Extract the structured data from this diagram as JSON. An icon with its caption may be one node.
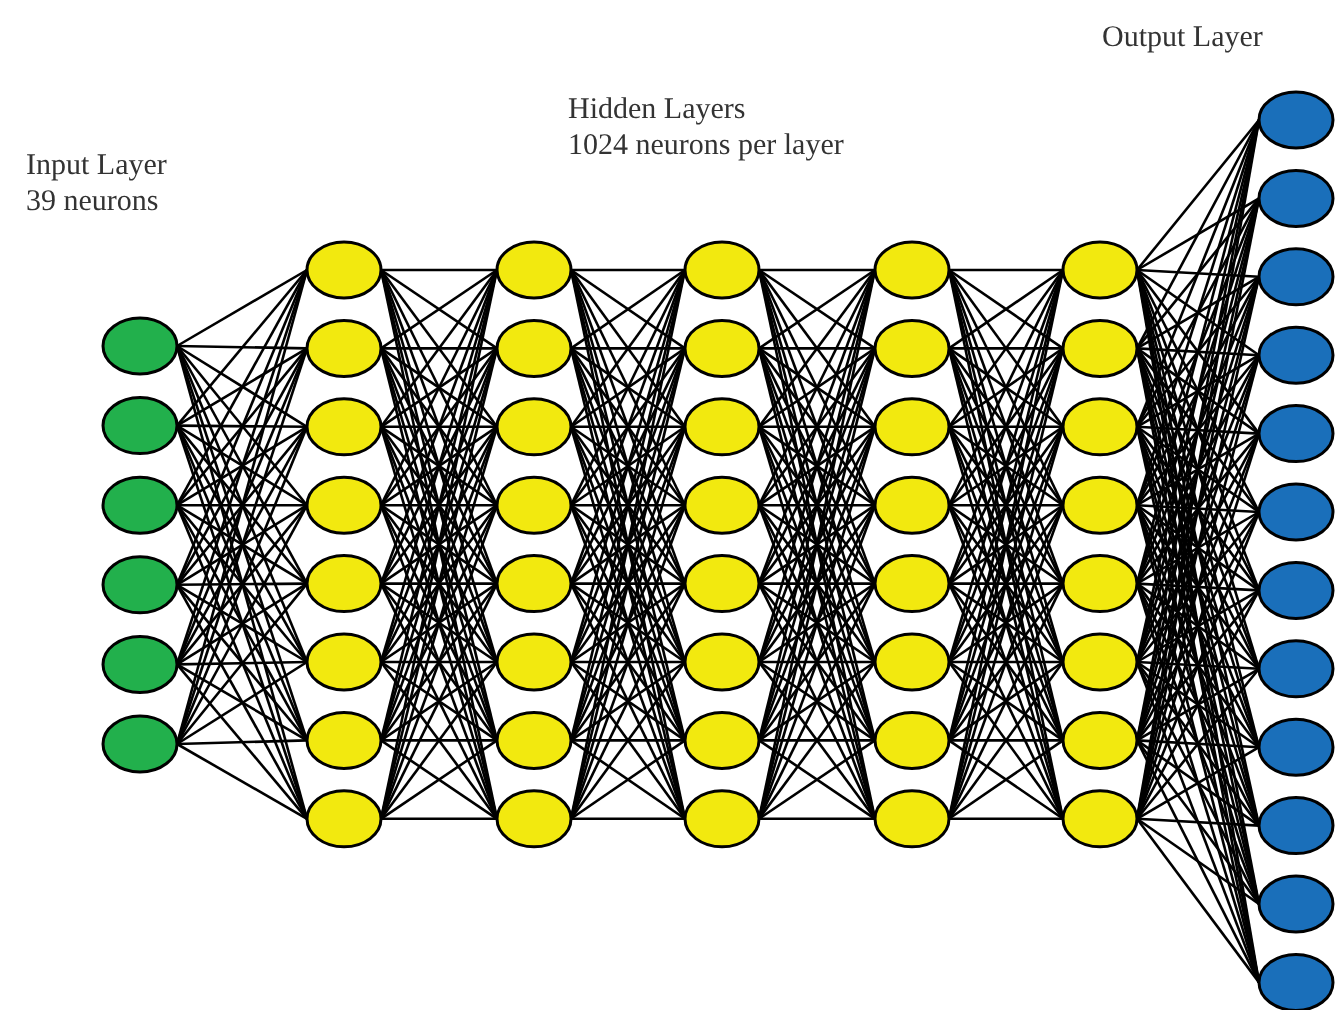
{
  "diagram": {
    "nodes": [
      {
        "text": [],
        "shape": "circle"
      },
      {
        "text": [],
        "shape": "circle"
      },
      {
        "text": [],
        "shape": "circle"
      },
      {
        "text": [],
        "shape": "circle"
      },
      {
        "text": [],
        "shape": "circle"
      },
      {
        "text": [],
        "shape": "circle"
      },
      {
        "text": [],
        "shape": "circle"
      },
      {
        "text": [],
        "shape": "circle"
      },
      {
        "text": [],
        "shape": "circle"
      },
      {
        "text": [],
        "shape": "circle"
      },
      {
        "text": [],
        "shape": "circle"
      },
      {
        "text": [],
        "shape": "circle"
      },
      {
        "text": [],
        "shape": "circle"
      },
      {
        "text": [],
        "shape": "circle"
      },
      {
        "text": [],
        "shape": "circle"
      },
      {
        "text": [],
        "shape": "circle"
      },
      {
        "text": [],
        "shape": "circle"
      },
      {
        "text": [],
        "shape": "circle"
      },
      {
        "text": [],
        "shape": "circle"
      },
      {
        "text": [],
        "shape": "circle"
      },
      {
        "text": [],
        "shape": "circle"
      },
      {
        "text": [],
        "shape": "circle"
      },
      {
        "text": [],
        "shape": "circle"
      },
      {
        "text": [],
        "shape": "circle"
      },
      {
        "text": [],
        "shape": "circle"
      },
      {
        "text": [],
        "shape": "circle"
      },
      {
        "text": [],
        "shape": "circle"
      },
      {
        "text": [],
        "shape": "circle"
      },
      {
        "text": [],
        "shape": "circle"
      },
      {
        "text": [],
        "shape": "circle"
      },
      {
        "text": [],
        "shape": "circle"
      },
      {
        "text": [],
        "shape": "circle"
      },
      {
        "text": [],
        "shape": "circle"
      },
      {
        "text": [],
        "shape": "circle"
      },
      {
        "text": [],
        "shape": "circle"
      },
      {
        "text": [],
        "shape": "circle"
      },
      {
        "text": [],
        "shape": "circle"
      },
      {
        "text": [],
        "shape": "circle"
      },
      {
        "text": [],
        "shape": "circle"
      },
      {
        "text": [],
        "shape": "circle"
      },
      {
        "text": [],
        "shape": "circle"
      },
      {
        "text": [],
        "shape": "circle"
      },
      {
        "text": [],
        "shape": "circle"
      },
      {
        "text": [],
        "shape": "circle"
      },
      {
        "text": [],
        "shape": "circle"
      },
      {
        "text": [],
        "shape": "circle"
      },
      {
        "text": [],
        "shape": "circle"
      },
      {
        "text": [],
        "shape": "circle"
      },
      {
        "text": [],
        "shape": "circle"
      },
      {
        "text": [],
        "shape": "circle"
      },
      {
        "text": [],
        "shape": "circle"
      },
      {
        "text": [],
        "shape": "circle"
      },
      {
        "text": [],
        "shape": "circle"
      },
      {
        "text": [],
        "shape": "circle"
      },
      {
        "text": [],
        "shape": "circle"
      },
      {
        "text": [],
        "shape": "circle"
      },
      {
        "text": [],
        "shape": "circle"
      },
      {
        "text": [],
        "shape": "circle"
      }
    ],
    "edges": [
      {
        "from": 0,
        "to": 6,
        "arrow": "none"
      },
      {
        "from": 0,
        "to": 7,
        "arrow": "none"
      },
      {
        "from": 0,
        "to": 8,
        "arrow": "none"
      },
      {
        "from": 0,
        "to": 9,
        "arrow": "none"
      },
      {
        "from": 0,
        "to": 10,
        "arrow": "none"
      },
      {
        "from": 0,
        "to": 11,
        "arrow": "none"
      },
      {
        "from": 0,
        "to": 12,
        "arrow": "none"
      },
      {
        "from": 0,
        "to": 13,
        "arrow": "none"
      },
      {
        "from": 1,
        "to": 6,
        "arrow": "none"
      },
      {
        "from": 1,
        "to": 7,
        "arrow": "none"
      },
      {
        "from": 1,
        "to": 8,
        "arrow": "none"
      },
      {
        "from": 1,
        "to": 9,
        "arrow": "none"
      },
      {
        "from": 1,
        "to": 10,
        "arrow": "none"
      },
      {
        "from": 1,
        "to": 11,
        "arrow": "none"
      },
      {
        "from": 1,
        "to": 12,
        "arrow": "none"
      },
      {
        "from": 1,
        "to": 13,
        "arrow": "none"
      },
      {
        "from": 2,
        "to": 6,
        "arrow": "none"
      },
      {
        "from": 2,
        "to": 7,
        "arrow": "none"
      },
      {
        "from": 2,
        "to": 8,
        "arrow": "none"
      },
      {
        "from": 2,
        "to": 9,
        "arrow": "none"
      },
      {
        "from": 2,
        "to": 10,
        "arrow": "none"
      },
      {
        "from": 2,
        "to": 11,
        "arrow": "none"
      },
      {
        "from": 2,
        "to": 12,
        "arrow": "none"
      },
      {
        "from": 2,
        "to": 13,
        "arrow": "none"
      },
      {
        "from": 3,
        "to": 6,
        "arrow": "none"
      },
      {
        "from": 3,
        "to": 7,
        "arrow": "none"
      },
      {
        "from": 3,
        "to": 8,
        "arrow": "none"
      },
      {
        "from": 3,
        "to": 9,
        "arrow": "none"
      },
      {
        "from": 3,
        "to": 10,
        "arrow": "none"
      },
      {
        "from": 3,
        "to": 11,
        "arrow": "none"
      },
      {
        "from": 3,
        "to": 12,
        "arrow": "none"
      },
      {
        "from": 3,
        "to": 13,
        "arrow": "none"
      },
      {
        "from": 4,
        "to": 6,
        "arrow": "none"
      },
      {
        "from": 4,
        "to": 7,
        "arrow": "none"
      },
      {
        "from": 4,
        "to": 8,
        "arrow": "none"
      },
      {
        "from": 4,
        "to": 9,
        "arrow": "none"
      },
      {
        "from": 4,
        "to": 10,
        "arrow": "none"
      },
      {
        "from": 4,
        "to": 11,
        "arrow": "none"
      },
      {
        "from": 4,
        "to": 12,
        "arrow": "none"
      },
      {
        "from": 4,
        "to": 13,
        "arrow": "none"
      },
      {
        "from": 5,
        "to": 6,
        "arrow": "none"
      },
      {
        "from": 5,
        "to": 7,
        "arrow": "none"
      },
      {
        "from": 5,
        "to": 8,
        "arrow": "none"
      },
      {
        "from": 5,
        "to": 9,
        "arrow": "none"
      },
      {
        "from": 5,
        "to": 10,
        "arrow": "none"
      },
      {
        "from": 5,
        "to": 11,
        "arrow": "none"
      },
      {
        "from": 5,
        "to": 12,
        "arrow": "none"
      },
      {
        "from": 5,
        "to": 13,
        "arrow": "none"
      },
      {
        "from": 6,
        "to": 14,
        "arrow": "none"
      },
      {
        "from": 6,
        "to": 15,
        "arrow": "none"
      },
      {
        "from": 6,
        "to": 16,
        "arrow": "none"
      },
      {
        "from": 6,
        "to": 17,
        "arrow": "none"
      },
      {
        "from": 6,
        "to": 18,
        "arrow": "none"
      },
      {
        "from": 6,
        "to": 19,
        "arrow": "none"
      },
      {
        "from": 6,
        "to": 20,
        "arrow": "none"
      },
      {
        "from": 6,
        "to": 21,
        "arrow": "none"
      },
      {
        "from": 7,
        "to": 14,
        "arrow": "none"
      },
      {
        "from": 7,
        "to": 15,
        "arrow": "none"
      },
      {
        "from": 7,
        "to": 16,
        "arrow": "none"
      },
      {
        "from": 7,
        "to": 17,
        "arrow": "none"
      },
      {
        "from": 7,
        "to": 18,
        "arrow": "none"
      },
      {
        "from": 7,
        "to": 19,
        "arrow": "none"
      },
      {
        "from": 7,
        "to": 20,
        "arrow": "none"
      },
      {
        "from": 7,
        "to": 21,
        "arrow": "none"
      },
      {
        "from": 8,
        "to": 14,
        "arrow": "none"
      },
      {
        "from": 8,
        "to": 15,
        "arrow": "none"
      },
      {
        "from": 8,
        "to": 16,
        "arrow": "none"
      },
      {
        "from": 8,
        "to": 17,
        "arrow": "none"
      },
      {
        "from": 8,
        "to": 18,
        "arrow": "none"
      },
      {
        "from": 8,
        "to": 19,
        "arrow": "none"
      },
      {
        "from": 8,
        "to": 20,
        "arrow": "none"
      },
      {
        "from": 8,
        "to": 21,
        "arrow": "none"
      },
      {
        "from": 9,
        "to": 14,
        "arrow": "none"
      },
      {
        "from": 9,
        "to": 15,
        "arrow": "none"
      },
      {
        "from": 9,
        "to": 16,
        "arrow": "none"
      },
      {
        "from": 9,
        "to": 17,
        "arrow": "none"
      },
      {
        "from": 9,
        "to": 18,
        "arrow": "none"
      },
      {
        "from": 9,
        "to": 19,
        "arrow": "none"
      },
      {
        "from": 9,
        "to": 20,
        "arrow": "none"
      },
      {
        "from": 9,
        "to": 21,
        "arrow": "none"
      },
      {
        "from": 10,
        "to": 14,
        "arrow": "none"
      },
      {
        "from": 10,
        "to": 15,
        "arrow": "none"
      },
      {
        "from": 10,
        "to": 16,
        "arrow": "none"
      },
      {
        "from": 10,
        "to": 17,
        "arrow": "none"
      },
      {
        "from": 10,
        "to": 18,
        "arrow": "none"
      },
      {
        "from": 10,
        "to": 19,
        "arrow": "none"
      },
      {
        "from": 10,
        "to": 20,
        "arrow": "none"
      },
      {
        "from": 10,
        "to": 21,
        "arrow": "none"
      },
      {
        "from": 11,
        "to": 14,
        "arrow": "none"
      },
      {
        "from": 11,
        "to": 15,
        "arrow": "none"
      },
      {
        "from": 11,
        "to": 16,
        "arrow": "none"
      },
      {
        "from": 11,
        "to": 17,
        "arrow": "none"
      },
      {
        "from": 11,
        "to": 18,
        "arrow": "none"
      },
      {
        "from": 11,
        "to": 19,
        "arrow": "none"
      },
      {
        "from": 11,
        "to": 20,
        "arrow": "none"
      },
      {
        "from": 11,
        "to": 21,
        "arrow": "none"
      },
      {
        "from": 12,
        "to": 14,
        "arrow": "none"
      },
      {
        "from": 12,
        "to": 15,
        "arrow": "none"
      },
      {
        "from": 12,
        "to": 16,
        "arrow": "none"
      },
      {
        "from": 12,
        "to": 17,
        "arrow": "none"
      },
      {
        "from": 12,
        "to": 18,
        "arrow": "none"
      },
      {
        "from": 12,
        "to": 19,
        "arrow": "none"
      },
      {
        "from": 12,
        "to": 20,
        "arrow": "none"
      },
      {
        "from": 12,
        "to": 21,
        "arrow": "none"
      },
      {
        "from": 13,
        "to": 14,
        "arrow": "none"
      },
      {
        "from": 13,
        "to": 15,
        "arrow": "none"
      },
      {
        "from": 13,
        "to": 16,
        "arrow": "none"
      },
      {
        "from": 13,
        "to": 17,
        "arrow": "none"
      },
      {
        "from": 13,
        "to": 18,
        "arrow": "none"
      },
      {
        "from": 13,
        "to": 19,
        "arrow": "none"
      },
      {
        "from": 13,
        "to": 20,
        "arrow": "none"
      },
      {
        "from": 13,
        "to": 21,
        "arrow": "none"
      },
      {
        "from": 14,
        "to": 22,
        "arrow": "none"
      },
      {
        "from": 14,
        "to": 23,
        "arrow": "none"
      },
      {
        "from": 14,
        "to": 24,
        "arrow": "none"
      },
      {
        "from": 14,
        "to": 25,
        "arrow": "none"
      },
      {
        "from": 14,
        "to": 26,
        "arrow": "none"
      },
      {
        "from": 14,
        "to": 27,
        "arrow": "none"
      },
      {
        "from": 14,
        "to": 28,
        "arrow": "none"
      },
      {
        "from": 14,
        "to": 29,
        "arrow": "none"
      },
      {
        "from": 15,
        "to": 22,
        "arrow": "none"
      },
      {
        "from": 15,
        "to": 23,
        "arrow": "none"
      },
      {
        "from": 15,
        "to": 24,
        "arrow": "none"
      },
      {
        "from": 15,
        "to": 25,
        "arrow": "none"
      },
      {
        "from": 15,
        "to": 26,
        "arrow": "none"
      },
      {
        "from": 15,
        "to": 27,
        "arrow": "none"
      },
      {
        "from": 15,
        "to": 28,
        "arrow": "none"
      },
      {
        "from": 15,
        "to": 29,
        "arrow": "none"
      },
      {
        "from": 16,
        "to": 22,
        "arrow": "none"
      },
      {
        "from": 16,
        "to": 23,
        "arrow": "none"
      },
      {
        "from": 16,
        "to": 24,
        "arrow": "none"
      },
      {
        "from": 16,
        "to": 25,
        "arrow": "none"
      },
      {
        "from": 16,
        "to": 26,
        "arrow": "none"
      },
      {
        "from": 16,
        "to": 27,
        "arrow": "none"
      },
      {
        "from": 16,
        "to": 28,
        "arrow": "none"
      },
      {
        "from": 16,
        "to": 29,
        "arrow": "none"
      },
      {
        "from": 17,
        "to": 22,
        "arrow": "none"
      },
      {
        "from": 17,
        "to": 23,
        "arrow": "none"
      },
      {
        "from": 17,
        "to": 24,
        "arrow": "none"
      },
      {
        "from": 17,
        "to": 25,
        "arrow": "none"
      },
      {
        "from": 17,
        "to": 26,
        "arrow": "none"
      },
      {
        "from": 17,
        "to": 27,
        "arrow": "none"
      },
      {
        "from": 17,
        "to": 28,
        "arrow": "none"
      },
      {
        "from": 17,
        "to": 29,
        "arrow": "none"
      },
      {
        "from": 18,
        "to": 22,
        "arrow": "none"
      },
      {
        "from": 18,
        "to": 23,
        "arrow": "none"
      },
      {
        "from": 18,
        "to": 24,
        "arrow": "none"
      },
      {
        "from": 18,
        "to": 25,
        "arrow": "none"
      },
      {
        "from": 18,
        "to": 26,
        "arrow": "none"
      },
      {
        "from": 18,
        "to": 27,
        "arrow": "none"
      },
      {
        "from": 18,
        "to": 28,
        "arrow": "none"
      },
      {
        "from": 18,
        "to": 29,
        "arrow": "none"
      },
      {
        "from": 19,
        "to": 22,
        "arrow": "none"
      },
      {
        "from": 19,
        "to": 23,
        "arrow": "none"
      },
      {
        "from": 19,
        "to": 24,
        "arrow": "none"
      },
      {
        "from": 19,
        "to": 25,
        "arrow": "none"
      },
      {
        "from": 19,
        "to": 26,
        "arrow": "none"
      },
      {
        "from": 19,
        "to": 27,
        "arrow": "none"
      },
      {
        "from": 19,
        "to": 28,
        "arrow": "none"
      },
      {
        "from": 19,
        "to": 29,
        "arrow": "none"
      },
      {
        "from": 20,
        "to": 22,
        "arrow": "none"
      },
      {
        "from": 20,
        "to": 23,
        "arrow": "none"
      },
      {
        "from": 20,
        "to": 24,
        "arrow": "none"
      },
      {
        "from": 20,
        "to": 25,
        "arrow": "none"
      },
      {
        "from": 20,
        "to": 26,
        "arrow": "none"
      },
      {
        "from": 20,
        "to": 27,
        "arrow": "none"
      },
      {
        "from": 20,
        "to": 28,
        "arrow": "none"
      },
      {
        "from": 20,
        "to": 29,
        "arrow": "none"
      },
      {
        "from": 21,
        "to": 22,
        "arrow": "none"
      },
      {
        "from": 21,
        "to": 23,
        "arrow": "none"
      },
      {
        "from": 21,
        "to": 24,
        "arrow": "none"
      },
      {
        "from": 21,
        "to": 25,
        "arrow": "none"
      },
      {
        "from": 21,
        "to": 26,
        "arrow": "none"
      },
      {
        "from": 21,
        "to": 27,
        "arrow": "none"
      },
      {
        "from": 21,
        "to": 28,
        "arrow": "none"
      },
      {
        "from": 21,
        "to": 29,
        "arrow": "none"
      },
      {
        "from": 22,
        "to": 30,
        "arrow": "none"
      },
      {
        "from": 22,
        "to": 31,
        "arrow": "none"
      },
      {
        "from": 22,
        "to": 32,
        "arrow": "none"
      },
      {
        "from": 22,
        "to": 33,
        "arrow": "none"
      },
      {
        "from": 22,
        "to": 34,
        "arrow": "none"
      },
      {
        "from": 22,
        "to": 35,
        "arrow": "none"
      },
      {
        "from": 22,
        "to": 36,
        "arrow": "none"
      },
      {
        "from": 22,
        "to": 37,
        "arrow": "none"
      },
      {
        "from": 23,
        "to": 30,
        "arrow": "none"
      },
      {
        "from": 23,
        "to": 31,
        "arrow": "none"
      },
      {
        "from": 23,
        "to": 32,
        "arrow": "none"
      },
      {
        "from": 23,
        "to": 33,
        "arrow": "none"
      },
      {
        "from": 23,
        "to": 34,
        "arrow": "none"
      },
      {
        "from": 23,
        "to": 35,
        "arrow": "none"
      },
      {
        "from": 23,
        "to": 36,
        "arrow": "none"
      },
      {
        "from": 23,
        "to": 37,
        "arrow": "none"
      },
      {
        "from": 24,
        "to": 30,
        "arrow": "none"
      },
      {
        "from": 24,
        "to": 31,
        "arrow": "none"
      },
      {
        "from": 24,
        "to": 32,
        "arrow": "none"
      },
      {
        "from": 24,
        "to": 33,
        "arrow": "none"
      },
      {
        "from": 24,
        "to": 34,
        "arrow": "none"
      },
      {
        "from": 24,
        "to": 35,
        "arrow": "none"
      },
      {
        "from": 24,
        "to": 36,
        "arrow": "none"
      },
      {
        "from": 24,
        "to": 37,
        "arrow": "none"
      },
      {
        "from": 25,
        "to": 30,
        "arrow": "none"
      },
      {
        "from": 25,
        "to": 31,
        "arrow": "none"
      },
      {
        "from": 25,
        "to": 32,
        "arrow": "none"
      },
      {
        "from": 25,
        "to": 33,
        "arrow": "none"
      },
      {
        "from": 25,
        "to": 34,
        "arrow": "none"
      },
      {
        "from": 25,
        "to": 35,
        "arrow": "none"
      },
      {
        "from": 25,
        "to": 36,
        "arrow": "none"
      },
      {
        "from": 25,
        "to": 37,
        "arrow": "none"
      },
      {
        "from": 26,
        "to": 30,
        "arrow": "none"
      },
      {
        "from": 26,
        "to": 31,
        "arrow": "none"
      },
      {
        "from": 26,
        "to": 32,
        "arrow": "none"
      },
      {
        "from": 26,
        "to": 33,
        "arrow": "none"
      },
      {
        "from": 26,
        "to": 34,
        "arrow": "none"
      },
      {
        "from": 26,
        "to": 35,
        "arrow": "none"
      },
      {
        "from": 26,
        "to": 36,
        "arrow": "none"
      },
      {
        "from": 26,
        "to": 37,
        "arrow": "none"
      },
      {
        "from": 27,
        "to": 30,
        "arrow": "none"
      },
      {
        "from": 27,
        "to": 31,
        "arrow": "none"
      },
      {
        "from": 27,
        "to": 32,
        "arrow": "none"
      },
      {
        "from": 27,
        "to": 33,
        "arrow": "none"
      },
      {
        "from": 27,
        "to": 34,
        "arrow": "none"
      },
      {
        "from": 27,
        "to": 35,
        "arrow": "none"
      },
      {
        "from": 27,
        "to": 36,
        "arrow": "none"
      },
      {
        "from": 27,
        "to": 37,
        "arrow": "none"
      },
      {
        "from": 28,
        "to": 30,
        "arrow": "none"
      },
      {
        "from": 28,
        "to": 31,
        "arrow": "none"
      },
      {
        "from": 28,
        "to": 32,
        "arrow": "none"
      },
      {
        "from": 28,
        "to": 33,
        "arrow": "none"
      },
      {
        "from": 28,
        "to": 34,
        "arrow": "none"
      },
      {
        "from": 28,
        "to": 35,
        "arrow": "none"
      },
      {
        "from": 28,
        "to": 36,
        "arrow": "none"
      },
      {
        "from": 28,
        "to": 37,
        "arrow": "none"
      },
      {
        "from": 29,
        "to": 30,
        "arrow": "none"
      },
      {
        "from": 29,
        "to": 31,
        "arrow": "none"
      },
      {
        "from": 29,
        "to": 32,
        "arrow": "none"
      },
      {
        "from": 29,
        "to": 33,
        "arrow": "none"
      },
      {
        "from": 29,
        "to": 34,
        "arrow": "none"
      },
      {
        "from": 29,
        "to": 35,
        "arrow": "none"
      },
      {
        "from": 29,
        "to": 36,
        "arrow": "none"
      },
      {
        "from": 29,
        "to": 37,
        "arrow": "none"
      },
      {
        "from": 30,
        "to": 38,
        "arrow": "none"
      },
      {
        "from": 30,
        "to": 39,
        "arrow": "none"
      },
      {
        "from": 30,
        "to": 40,
        "arrow": "none"
      },
      {
        "from": 30,
        "to": 41,
        "arrow": "none"
      },
      {
        "from": 30,
        "to": 42,
        "arrow": "none"
      },
      {
        "from": 30,
        "to": 43,
        "arrow": "none"
      },
      {
        "from": 30,
        "to": 44,
        "arrow": "none"
      },
      {
        "from": 30,
        "to": 45,
        "arrow": "none"
      },
      {
        "from": 31,
        "to": 38,
        "arrow": "none"
      },
      {
        "from": 31,
        "to": 39,
        "arrow": "none"
      },
      {
        "from": 31,
        "to": 40,
        "arrow": "none"
      },
      {
        "from": 31,
        "to": 41,
        "arrow": "none"
      },
      {
        "from": 31,
        "to": 42,
        "arrow": "none"
      },
      {
        "from": 31,
        "to": 43,
        "arrow": "none"
      },
      {
        "from": 31,
        "to": 44,
        "arrow": "none"
      },
      {
        "from": 31,
        "to": 45,
        "arrow": "none"
      },
      {
        "from": 32,
        "to": 38,
        "arrow": "none"
      },
      {
        "from": 32,
        "to": 39,
        "arrow": "none"
      },
      {
        "from": 32,
        "to": 40,
        "arrow": "none"
      },
      {
        "from": 32,
        "to": 41,
        "arrow": "none"
      },
      {
        "from": 32,
        "to": 42,
        "arrow": "none"
      },
      {
        "from": 32,
        "to": 43,
        "arrow": "none"
      },
      {
        "from": 32,
        "to": 44,
        "arrow": "none"
      },
      {
        "from": 32,
        "to": 45,
        "arrow": "none"
      },
      {
        "from": 33,
        "to": 38,
        "arrow": "none"
      },
      {
        "from": 33,
        "to": 39,
        "arrow": "none"
      },
      {
        "from": 33,
        "to": 40,
        "arrow": "none"
      },
      {
        "from": 33,
        "to": 41,
        "arrow": "none"
      },
      {
        "from": 33,
        "to": 42,
        "arrow": "none"
      },
      {
        "from": 33,
        "to": 43,
        "arrow": "none"
      },
      {
        "from": 33,
        "to": 44,
        "arrow": "none"
      },
      {
        "from": 33,
        "to": 45,
        "arrow": "none"
      },
      {
        "from": 34,
        "to": 38,
        "arrow": "none"
      },
      {
        "from": 34,
        "to": 39,
        "arrow": "none"
      },
      {
        "from": 34,
        "to": 40,
        "arrow": "none"
      },
      {
        "from": 34,
        "to": 41,
        "arrow": "none"
      },
      {
        "from": 34,
        "to": 42,
        "arrow": "none"
      },
      {
        "from": 34,
        "to": 43,
        "arrow": "none"
      },
      {
        "from": 34,
        "to": 44,
        "arrow": "none"
      },
      {
        "from": 34,
        "to": 45,
        "arrow": "none"
      },
      {
        "from": 35,
        "to": 38,
        "arrow": "none"
      },
      {
        "from": 35,
        "to": 39,
        "arrow": "none"
      },
      {
        "from": 35,
        "to": 40,
        "arrow": "none"
      },
      {
        "from": 35,
        "to": 41,
        "arrow": "none"
      },
      {
        "from": 35,
        "to": 42,
        "arrow": "none"
      },
      {
        "from": 35,
        "to": 43,
        "arrow": "none"
      },
      {
        "from": 35,
        "to": 44,
        "arrow": "none"
      },
      {
        "from": 35,
        "to": 45,
        "arrow": "none"
      },
      {
        "from": 36,
        "to": 38,
        "arrow": "none"
      },
      {
        "from": 36,
        "to": 39,
        "arrow": "none"
      },
      {
        "from": 36,
        "to": 40,
        "arrow": "none"
      },
      {
        "from": 36,
        "to": 41,
        "arrow": "none"
      },
      {
        "from": 36,
        "to": 42,
        "arrow": "none"
      },
      {
        "from": 36,
        "to": 43,
        "arrow": "none"
      },
      {
        "from": 36,
        "to": 44,
        "arrow": "none"
      },
      {
        "from": 36,
        "to": 45,
        "arrow": "none"
      },
      {
        "from": 37,
        "to": 38,
        "arrow": "none"
      },
      {
        "from": 37,
        "to": 39,
        "arrow": "none"
      },
      {
        "from": 37,
        "to": 40,
        "arrow": "none"
      },
      {
        "from": 37,
        "to": 41,
        "arrow": "none"
      },
      {
        "from": 37,
        "to": 42,
        "arrow": "none"
      },
      {
        "from": 37,
        "to": 43,
        "arrow": "none"
      },
      {
        "from": 37,
        "to": 44,
        "arrow": "none"
      },
      {
        "from": 37,
        "to": 45,
        "arrow": "none"
      },
      {
        "from": 38,
        "to": 46,
        "arrow": "none"
      },
      {
        "from": 38,
        "to": 47,
        "arrow": "none"
      },
      {
        "from": 38,
        "to": 48,
        "arrow": "none"
      },
      {
        "from": 38,
        "to": 49,
        "arrow": "none"
      },
      {
        "from": 38,
        "to": 50,
        "arrow": "none"
      },
      {
        "from": 38,
        "to": 51,
        "arrow": "none"
      },
      {
        "from": 38,
        "to": 52,
        "arrow": "none"
      },
      {
        "from": 38,
        "to": 53,
        "arrow": "none"
      },
      {
        "from": 38,
        "to": 54,
        "arrow": "none"
      },
      {
        "from": 38,
        "to": 55,
        "arrow": "none"
      },
      {
        "from": 38,
        "to": 56,
        "arrow": "none"
      },
      {
        "from": 38,
        "to": 57,
        "arrow": "none"
      },
      {
        "from": 39,
        "to": 46,
        "arrow": "none"
      },
      {
        "from": 39,
        "to": 47,
        "arrow": "none"
      },
      {
        "from": 39,
        "to": 48,
        "arrow": "none"
      },
      {
        "from": 39,
        "to": 49,
        "arrow": "none"
      },
      {
        "from": 39,
        "to": 50,
        "arrow": "none"
      },
      {
        "from": 39,
        "to": 51,
        "arrow": "none"
      },
      {
        "from": 39,
        "to": 52,
        "arrow": "none"
      },
      {
        "from": 39,
        "to": 53,
        "arrow": "none"
      },
      {
        "from": 39,
        "to": 54,
        "arrow": "none"
      },
      {
        "from": 39,
        "to": 55,
        "arrow": "none"
      },
      {
        "from": 39,
        "to": 56,
        "arrow": "none"
      },
      {
        "from": 39,
        "to": 57,
        "arrow": "none"
      },
      {
        "from": 40,
        "to": 46,
        "arrow": "none"
      },
      {
        "from": 40,
        "to": 47,
        "arrow": "none"
      },
      {
        "from": 40,
        "to": 48,
        "arrow": "none"
      },
      {
        "from": 40,
        "to": 49,
        "arrow": "none"
      },
      {
        "from": 40,
        "to": 50,
        "arrow": "none"
      },
      {
        "from": 40,
        "to": 51,
        "arrow": "none"
      },
      {
        "from": 40,
        "to": 52,
        "arrow": "none"
      },
      {
        "from": 40,
        "to": 53,
        "arrow": "none"
      },
      {
        "from": 40,
        "to": 54,
        "arrow": "none"
      },
      {
        "from": 40,
        "to": 55,
        "arrow": "none"
      },
      {
        "from": 40,
        "to": 56,
        "arrow": "none"
      },
      {
        "from": 40,
        "to": 57,
        "arrow": "none"
      },
      {
        "from": 41,
        "to": 46,
        "arrow": "none"
      },
      {
        "from": 41,
        "to": 47,
        "arrow": "none"
      },
      {
        "from": 41,
        "to": 48,
        "arrow": "none"
      },
      {
        "from": 41,
        "to": 49,
        "arrow": "none"
      },
      {
        "from": 41,
        "to": 50,
        "arrow": "none"
      },
      {
        "from": 41,
        "to": 51,
        "arrow": "none"
      },
      {
        "from": 41,
        "to": 52,
        "arrow": "none"
      },
      {
        "from": 41,
        "to": 53,
        "arrow": "none"
      },
      {
        "from": 41,
        "to": 54,
        "arrow": "none"
      },
      {
        "from": 41,
        "to": 55,
        "arrow": "none"
      },
      {
        "from": 41,
        "to": 56,
        "arrow": "none"
      },
      {
        "from": 41,
        "to": 57,
        "arrow": "none"
      },
      {
        "from": 42,
        "to": 46,
        "arrow": "none"
      },
      {
        "from": 42,
        "to": 47,
        "arrow": "none"
      },
      {
        "from": 42,
        "to": 48,
        "arrow": "none"
      },
      {
        "from": 42,
        "to": 49,
        "arrow": "none"
      },
      {
        "from": 42,
        "to": 50,
        "arrow": "none"
      },
      {
        "from": 42,
        "to": 51,
        "arrow": "none"
      },
      {
        "from": 42,
        "to": 52,
        "arrow": "none"
      },
      {
        "from": 42,
        "to": 53,
        "arrow": "none"
      },
      {
        "from": 42,
        "to": 54,
        "arrow": "none"
      },
      {
        "from": 42,
        "to": 55,
        "arrow": "none"
      },
      {
        "from": 42,
        "to": 56,
        "arrow": "none"
      },
      {
        "from": 42,
        "to": 57,
        "arrow": "none"
      },
      {
        "from": 43,
        "to": 46,
        "arrow": "none"
      },
      {
        "from": 43,
        "to": 47,
        "arrow": "none"
      },
      {
        "from": 43,
        "to": 48,
        "arrow": "none"
      },
      {
        "from": 43,
        "to": 49,
        "arrow": "none"
      },
      {
        "from": 43,
        "to": 50,
        "arrow": "none"
      },
      {
        "from": 43,
        "to": 51,
        "arrow": "none"
      },
      {
        "from": 43,
        "to": 52,
        "arrow": "none"
      },
      {
        "from": 43,
        "to": 53,
        "arrow": "none"
      },
      {
        "from": 43,
        "to": 54,
        "arrow": "none"
      },
      {
        "from": 43,
        "to": 55,
        "arrow": "none"
      },
      {
        "from": 43,
        "to": 56,
        "arrow": "none"
      },
      {
        "from": 43,
        "to": 57,
        "arrow": "none"
      },
      {
        "from": 44,
        "to": 46,
        "arrow": "none"
      },
      {
        "from": 44,
        "to": 47,
        "arrow": "none"
      },
      {
        "from": 44,
        "to": 48,
        "arrow": "none"
      },
      {
        "from": 44,
        "to": 49,
        "arrow": "none"
      },
      {
        "from": 44,
        "to": 50,
        "arrow": "none"
      },
      {
        "from": 44,
        "to": 51,
        "arrow": "none"
      },
      {
        "from": 44,
        "to": 52,
        "arrow": "none"
      },
      {
        "from": 44,
        "to": 53,
        "arrow": "none"
      },
      {
        "from": 44,
        "to": 54,
        "arrow": "none"
      },
      {
        "from": 44,
        "to": 55,
        "arrow": "none"
      },
      {
        "from": 44,
        "to": 56,
        "arrow": "none"
      },
      {
        "from": 44,
        "to": 57,
        "arrow": "none"
      },
      {
        "from": 45,
        "to": 46,
        "arrow": "none"
      },
      {
        "from": 45,
        "to": 47,
        "arrow": "none"
      },
      {
        "from": 45,
        "to": 48,
        "arrow": "none"
      },
      {
        "from": 45,
        "to": 49,
        "arrow": "none"
      },
      {
        "from": 45,
        "to": 50,
        "arrow": "none"
      },
      {
        "from": 45,
        "to": 51,
        "arrow": "none"
      },
      {
        "from": 45,
        "to": 52,
        "arrow": "none"
      },
      {
        "from": 45,
        "to": 53,
        "arrow": "none"
      },
      {
        "from": 45,
        "to": 54,
        "arrow": "none"
      },
      {
        "from": 45,
        "to": 55,
        "arrow": "none"
      },
      {
        "from": 45,
        "to": 56,
        "arrow": "none"
      },
      {
        "from": 45,
        "to": 57,
        "arrow": "none"
      }
    ],
    "labels": [
      "Output Layer",
      "Hidden Layers",
      "1024 neurons per layer",
      "Input Layer",
      "39 neurons"
    ]
  }
}
